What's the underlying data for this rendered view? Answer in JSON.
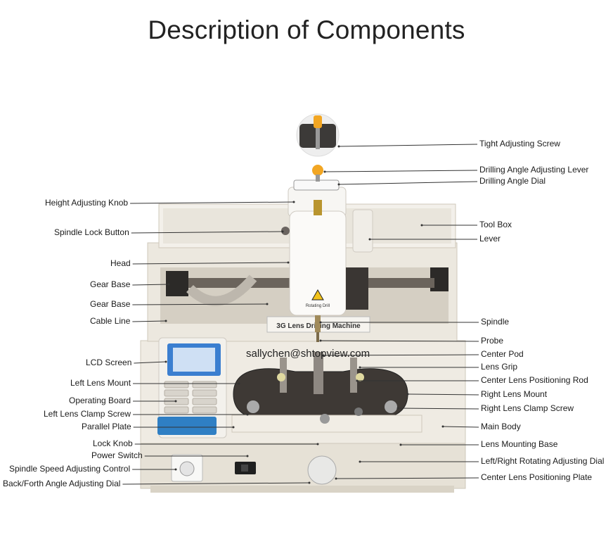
{
  "title": "Description of Components",
  "watermark": "sallychen@shtopview.com",
  "machine_plate": "3G Lens Drilling Machine",
  "head_badge": "Rotating Drill",
  "labels_left": [
    "Height Adjusting Knob",
    "Spindle Lock Button",
    "Head",
    "Gear Base",
    "Gear Base",
    "Cable Line",
    "LCD Screen",
    "Left Lens Mount",
    "Operating Board",
    "Left Lens Clamp Screw",
    "Parallel Plate",
    "Lock Knob",
    "Power Switch",
    "Spindle Speed Adjusting Control",
    "Back/Forth Angle Adjusting Dial"
  ],
  "labels_right": [
    "Tight Adjusting Screw",
    "Drilling Angle Adjusting Lever",
    "Drilling Angle Dial",
    "Tool Box",
    "Lever",
    "Spindle",
    "Probe",
    "Center Pod",
    "Lens Grip",
    "Center Lens Positioning Rod",
    "Right Lens Mount",
    "Right Lens Clamp Screw",
    "Main Body",
    "Lens Mounting Base",
    "Left/Right Rotating Adjusting Dial",
    "Center Lens Positioning Plate"
  ],
  "colors": {
    "body": "#ece8df",
    "metal": "#4a4440",
    "accent": "#f2a623",
    "keypad": "#2f7fc4",
    "lcd": "#3b7fd0"
  }
}
